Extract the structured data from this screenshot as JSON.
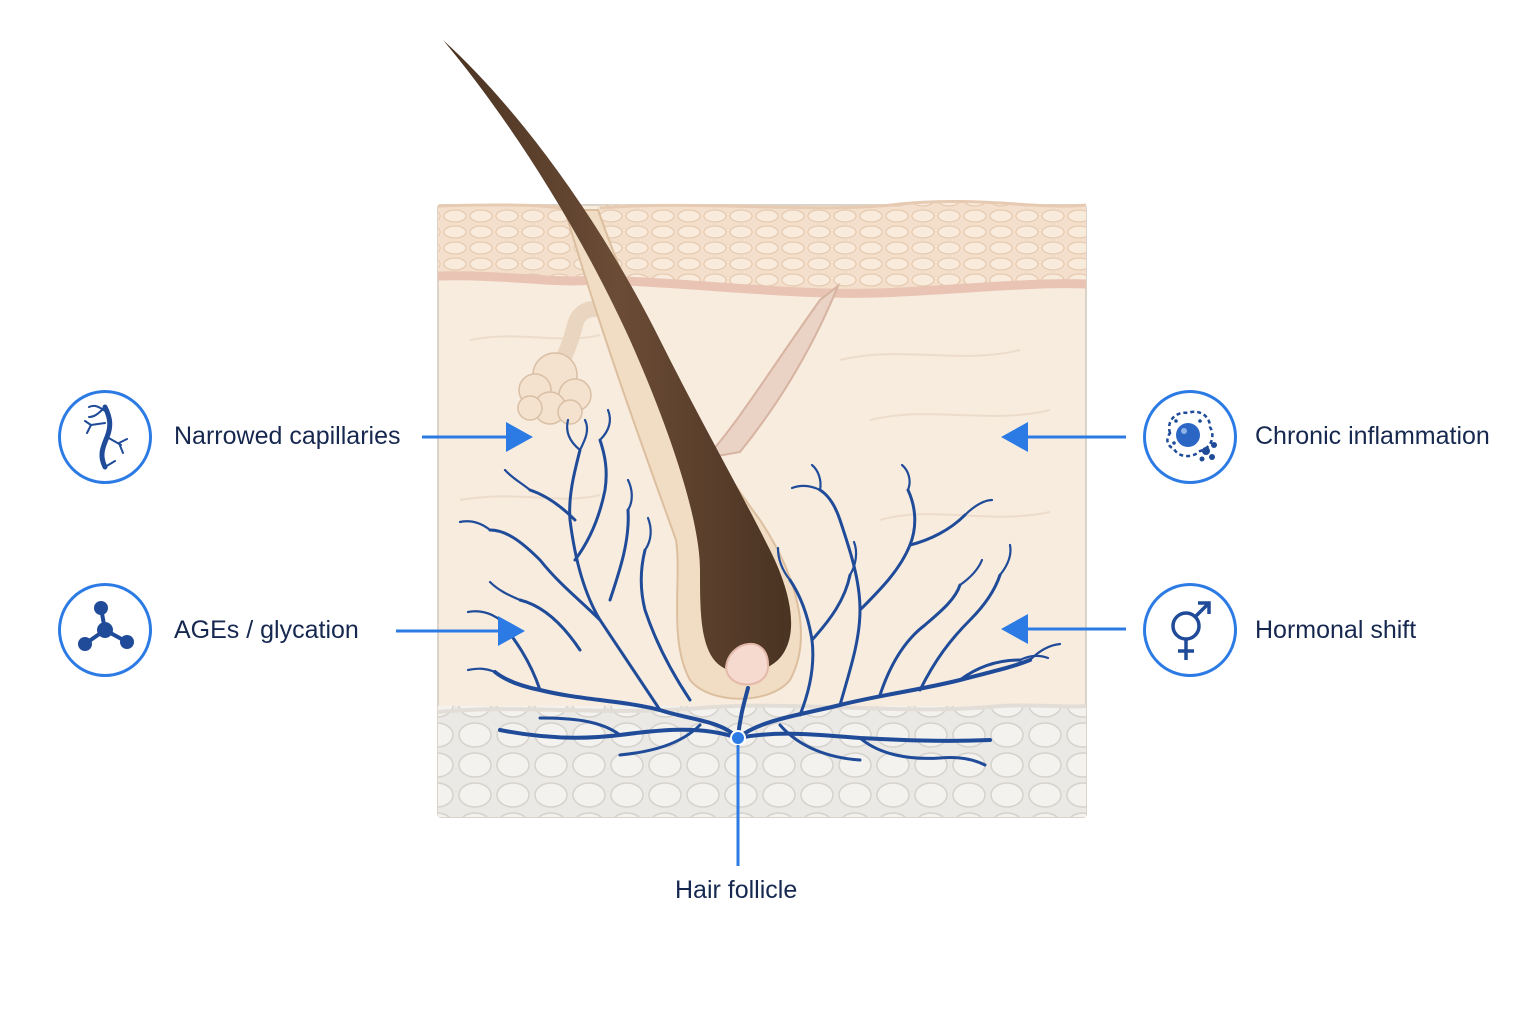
{
  "labels": {
    "narrowed_capillaries": "Narrowed capillaries",
    "ages_glycation": "AGEs / glycation",
    "chronic_inflammation": "Chronic inflammation",
    "hormonal_shift": "Hormonal shift",
    "hair_follicle": "Hair follicle"
  },
  "icons": {
    "narrowed_capillaries": "narrowed-capillary-icon",
    "ages_glycation": "molecule-icon",
    "chronic_inflammation": "inflamed-cell-icon",
    "hormonal_shift": "gender-symbol-icon"
  },
  "colors": {
    "accent_blue": "#2c7be5",
    "vessel_blue": "#1f4b99",
    "label_navy": "#16284f",
    "hair_brown": "#5a3f2c",
    "dermis": "#f8ecdf",
    "epidermis": "#f1dcc7",
    "fat_layer": "#e8e6e2"
  }
}
